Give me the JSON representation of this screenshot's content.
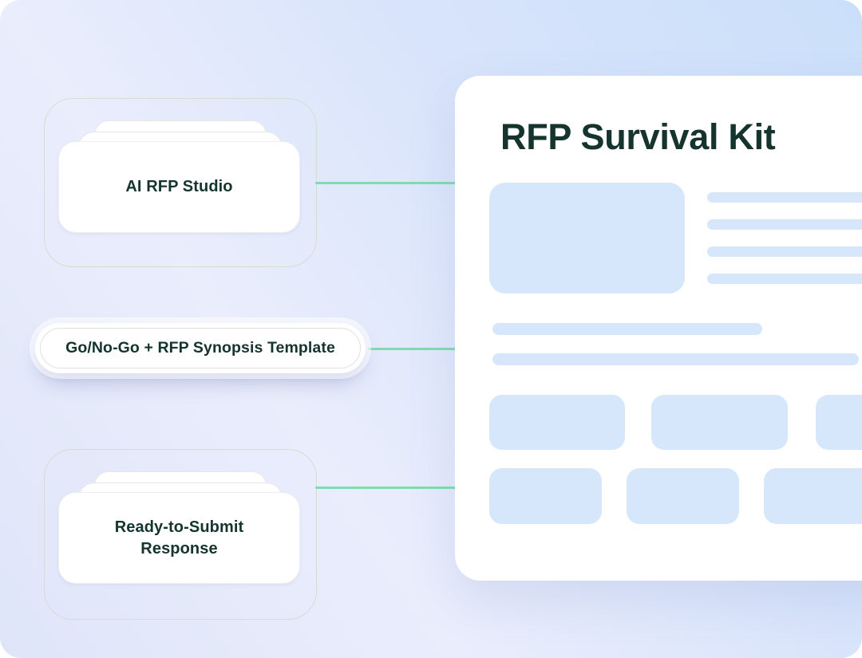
{
  "theme": {
    "text_dark": "#15342e",
    "connector_green": "#7edcb0",
    "placeholder_blue": "#d6e7fc",
    "panel_bg": "#ffffff",
    "bg_top_right": "#cbdffa",
    "bg_mid": "#eaedfc",
    "bg_bottom": "#dfe5f9",
    "group_border": "#d9dbd1"
  },
  "diagram": {
    "nodes": [
      {
        "id": "ai-rfp-studio",
        "label": "AI RFP Studio"
      },
      {
        "id": "go-no-go-synopsis",
        "label": "Go/No-Go + RFP Synopsis Template"
      },
      {
        "id": "ready-to-submit",
        "label_line1": "Ready-to-Submit",
        "label_line2": "Response"
      }
    ],
    "connector_count": 3
  },
  "panel": {
    "title": "RFP Survival Kit",
    "placeholders": {
      "image_blocks": 1,
      "text_lines_right_column": 4,
      "text_lines_full_width": 2,
      "card_blocks_row1": 3,
      "card_blocks_row2": 3
    }
  }
}
